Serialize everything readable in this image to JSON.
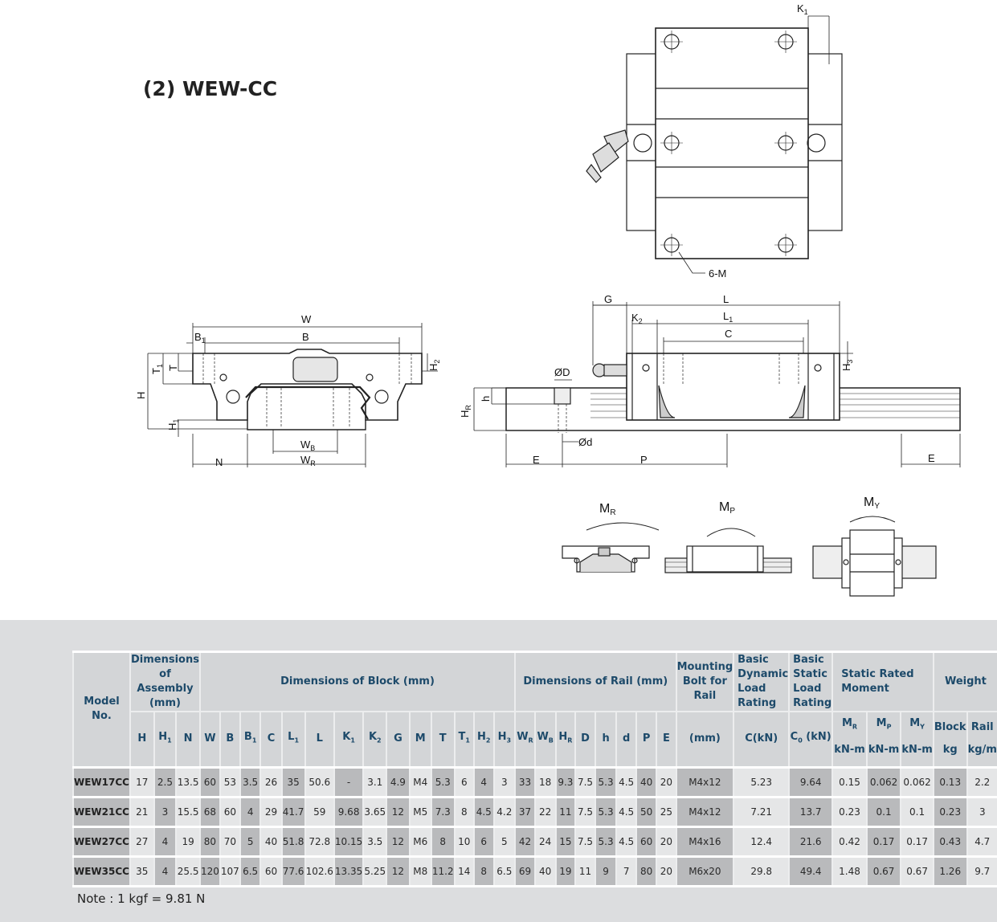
{
  "title": "(2) WEW-CC",
  "drawing_labels": {
    "top_view": {
      "K1": "K",
      "K1_sub": "1",
      "six_m": "6-M"
    },
    "front_view": {
      "W": "W",
      "B1": "B",
      "B1_sub": "1",
      "B": "B",
      "T1": "T",
      "T1_sub": "1",
      "T": "T",
      "H2": "H",
      "H2_sub": "2",
      "H": "H",
      "H1": "H",
      "H1_sub": "1",
      "WB": "W",
      "WB_sub": "B",
      "WR": "W",
      "WR_sub": "R",
      "N": "N"
    },
    "side_view": {
      "G": "G",
      "L": "L",
      "L1": "L",
      "L1_sub": "1",
      "K2": "K",
      "K2_sub": "2",
      "C": "C",
      "H3": "H",
      "H3_sub": "3",
      "phiD": "ØD",
      "h": "h",
      "HR": "H",
      "HR_sub": "R",
      "phid": "Ød",
      "E_left": "E",
      "P": "P",
      "E_right": "E"
    },
    "moments": {
      "MR": "M",
      "MR_sub": "R",
      "MP": "M",
      "MP_sub": "P",
      "MY": "M",
      "MY_sub": "Y"
    }
  },
  "table": {
    "groups": {
      "model": "Model No.",
      "assembly": "Dimensions of Assembly (mm)",
      "block": "Dimensions of Block (mm)",
      "rail": "Dimensions of Rail (mm)",
      "bolt": "Mounting Bolt for Rail",
      "dynamic": "Basic Dynamic Load Rating",
      "static": "Basic Static Load Rating",
      "moment": "Static Rated Moment",
      "weight": "Weight"
    },
    "columns": [
      {
        "b": "H",
        "s": ""
      },
      {
        "b": "H",
        "s": "1"
      },
      {
        "b": "N",
        "s": ""
      },
      {
        "b": "W",
        "s": ""
      },
      {
        "b": "B",
        "s": ""
      },
      {
        "b": "B",
        "s": "1"
      },
      {
        "b": "C",
        "s": ""
      },
      {
        "b": "L",
        "s": "1"
      },
      {
        "b": "L",
        "s": ""
      },
      {
        "b": "K",
        "s": "1"
      },
      {
        "b": "K",
        "s": "2"
      },
      {
        "b": "G",
        "s": ""
      },
      {
        "b": "M",
        "s": ""
      },
      {
        "b": "T",
        "s": ""
      },
      {
        "b": "T",
        "s": "1"
      },
      {
        "b": "H",
        "s": "2"
      },
      {
        "b": "H",
        "s": "3"
      },
      {
        "b": "W",
        "s": "R"
      },
      {
        "b": "W",
        "s": "B"
      },
      {
        "b": "H",
        "s": "R"
      },
      {
        "b": "D",
        "s": ""
      },
      {
        "b": "h",
        "s": ""
      },
      {
        "b": "d",
        "s": ""
      },
      {
        "b": "P",
        "s": ""
      },
      {
        "b": "E",
        "s": ""
      },
      {
        "b": "(mm)",
        "s": ""
      },
      {
        "b": "C(kN)",
        "s": ""
      },
      {
        "b": "C",
        "s": "0",
        "t": " (kN)"
      },
      {
        "b": "M",
        "s": "R",
        "u": "kN-m"
      },
      {
        "b": "M",
        "s": "P",
        "u": "kN-m"
      },
      {
        "b": "M",
        "s": "Y",
        "u": "kN-m"
      },
      {
        "b": "Block",
        "s": "",
        "u": "kg"
      },
      {
        "b": "Rail",
        "s": "",
        "u": "kg/m"
      }
    ],
    "rows": [
      {
        "model": "WEW17CC",
        "values": [
          "17",
          "2.5",
          "13.5",
          "60",
          "53",
          "3.5",
          "26",
          "35",
          "50.6",
          "-",
          "3.1",
          "4.9",
          "M4",
          "5.3",
          "6",
          "4",
          "3",
          "33",
          "18",
          "9.3",
          "7.5",
          "5.3",
          "4.5",
          "40",
          "20",
          "M4x12",
          "5.23",
          "9.64",
          "0.15",
          "0.062",
          "0.062",
          "0.13",
          "2.2"
        ]
      },
      {
        "model": "WEW21CC",
        "values": [
          "21",
          "3",
          "15.5",
          "68",
          "60",
          "4",
          "29",
          "41.7",
          "59",
          "9.68",
          "3.65",
          "12",
          "M5",
          "7.3",
          "8",
          "4.5",
          "4.2",
          "37",
          "22",
          "11",
          "7.5",
          "5.3",
          "4.5",
          "50",
          "25",
          "M4x12",
          "7.21",
          "13.7",
          "0.23",
          "0.1",
          "0.1",
          "0.23",
          "3"
        ]
      },
      {
        "model": "WEW27CC",
        "values": [
          "27",
          "4",
          "19",
          "80",
          "70",
          "5",
          "40",
          "51.8",
          "72.8",
          "10.15",
          "3.5",
          "12",
          "M6",
          "8",
          "10",
          "6",
          "5",
          "42",
          "24",
          "15",
          "7.5",
          "5.3",
          "4.5",
          "60",
          "20",
          "M4x16",
          "12.4",
          "21.6",
          "0.42",
          "0.17",
          "0.17",
          "0.43",
          "4.7"
        ]
      },
      {
        "model": "WEW35CC",
        "values": [
          "35",
          "4",
          "25.5",
          "120",
          "107",
          "6.5",
          "60",
          "77.6",
          "102.6",
          "13.35",
          "5.25",
          "12",
          "M8",
          "11.2",
          "14",
          "8",
          "6.5",
          "69",
          "40",
          "19",
          "11",
          "9",
          "7",
          "80",
          "20",
          "M6x20",
          "29.8",
          "49.4",
          "1.48",
          "0.67",
          "0.67",
          "1.26",
          "9.7"
        ]
      }
    ]
  },
  "note": "Note : 1 kgf = 9.81 N"
}
